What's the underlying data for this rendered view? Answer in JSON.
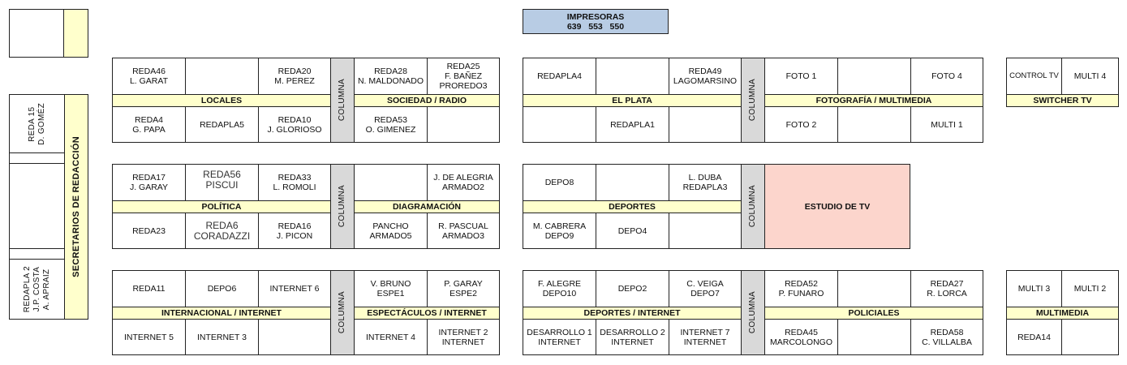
{
  "impresoras": {
    "title": "IMPRESORAS",
    "numbers": "639   553   550"
  },
  "secretarios": {
    "label": "SECRETARIOS DE REDACCIÓN",
    "top_cell": "REDA 15\nD. GOMÉZ",
    "bottom_cell": "REDAPLA 2\nJ.P. COSTA\nA. APRAIZ"
  },
  "columna": "COLUMNA",
  "estudio": "ESTUDIO DE TV",
  "sections": {
    "locales": {
      "band": "LOCALES",
      "cells": [
        "REDA46\nL. GARAT",
        "",
        "REDA20\nM. PEREZ",
        "REDA4\nG. PAPA",
        "REDAPLA5",
        "REDA10\nJ. GLORIOSO"
      ]
    },
    "sociedad": {
      "band": "SOCIEDAD / RADIO",
      "cells": [
        "REDA28\nN. MALDONADO",
        "REDA25\nF. BAÑEZ\nPROREDO3",
        "REDA53\nO. GIMENEZ",
        ""
      ]
    },
    "elplata": {
      "band": "EL PLATA",
      "cells": [
        "REDAPLA4",
        "",
        "REDA49\nLAGOMARSINO",
        "",
        "REDAPLA1",
        ""
      ]
    },
    "foto": {
      "band": "FOTOGRAFÍA / MULTIMEDIA",
      "cells": [
        "FOTO 1",
        "",
        "FOTO 4",
        "FOTO 2",
        "",
        "MULTI 1"
      ]
    },
    "switcher": {
      "band": "SWITCHER TV",
      "cells": [
        "CONTROL TV",
        "MULTI 4"
      ]
    },
    "politica": {
      "band": "POLÍTICA",
      "cells": [
        "REDA17\nJ. GARAY",
        "REDA56\nPISCUI",
        "REDA33\nL. ROMOLI",
        "REDA23",
        "REDA6\nCORADAZZI",
        "REDA16\nJ. PICON"
      ]
    },
    "diagramacion": {
      "band": "DIAGRAMACIÓN",
      "cells": [
        "",
        "J. DE ALEGRIA\nARMADO2",
        "PANCHO\nARMADO5",
        "R. PASCUAL\nARMADO3"
      ]
    },
    "deportes": {
      "band": "DEPORTES",
      "cells": [
        "DEPO8",
        "",
        "L. DUBA\nREDAPLA3",
        "M. CABRERA\nDEPO9",
        "DEPO4",
        ""
      ]
    },
    "internacional": {
      "band": "INTERNACIONAL / INTERNET",
      "cells": [
        "REDA11",
        "DEPO6",
        "INTERNET 6",
        "INTERNET 5",
        "INTERNET 3",
        ""
      ]
    },
    "espectaculos": {
      "band": "ESPECTÁCULOS / INTERNET",
      "cells": [
        "V. BRUNO\nESPE1",
        "P. GARAY\nESPE2",
        "INTERNET 4",
        "INTERNET 2\nINTERNET"
      ]
    },
    "deportes_internet": {
      "band": "DEPORTES / INTERNET",
      "cells": [
        "F. ALEGRE\nDEPO10",
        "DEPO2",
        "C. VEIGA\nDEPO7",
        "DESARROLLO 1\nINTERNET",
        "DESARROLLO 2\nINTERNET",
        "INTERNET 7\nINTERNET"
      ]
    },
    "policiales": {
      "band": "POLICIALES",
      "cells": [
        "REDA52\nP. FUNARO",
        "",
        "REDA27\nR. LORCA",
        "REDA45\nMARCOLONGO",
        "",
        "REDA58\nC. VILLALBA"
      ]
    },
    "multimedia": {
      "band": "MULTIMEDIA",
      "cells": [
        "MULTI 3",
        "MULTI 2",
        "REDA14",
        ""
      ]
    }
  }
}
